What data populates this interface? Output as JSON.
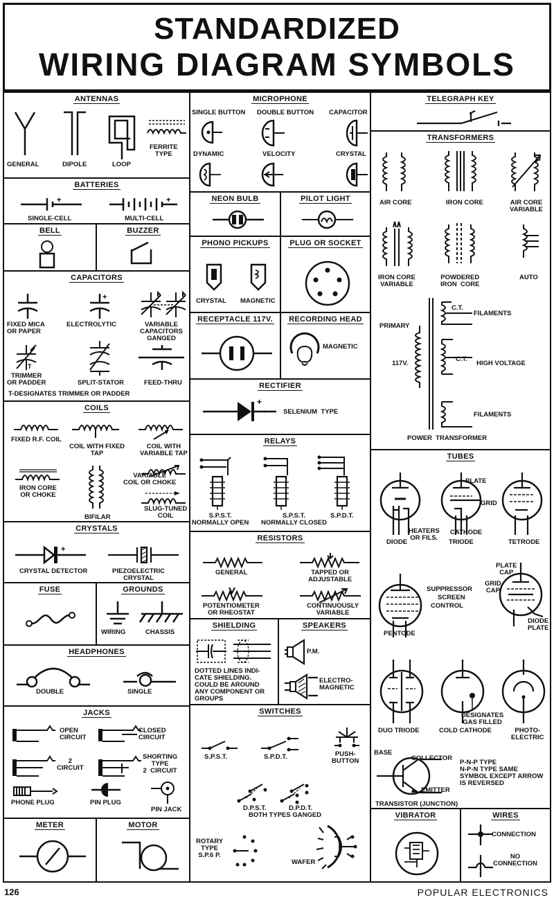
{
  "title": {
    "line1": "STANDARDIZED",
    "line2": "WIRING DIAGRAM SYMBOLS"
  },
  "footer": {
    "page_number": "126",
    "publication": "POPULAR ELECTRONICS"
  },
  "antennas": {
    "header": "ANTENNAS",
    "general": "GENERAL",
    "dipole": "DIPOLE",
    "loop": "LOOP",
    "ferrite": "FERRITE\nTYPE"
  },
  "batteries": {
    "header": "BATTERIES",
    "single": "SINGLE-CELL",
    "multi": "MULTI-CELL"
  },
  "bell": {
    "header": "BELL"
  },
  "buzzer": {
    "header": "BUZZER"
  },
  "capacitors": {
    "header": "CAPACITORS",
    "fixed": "FIXED MICA\nOR PAPER",
    "electrolytic": "ELECTROLYTIC",
    "variable": "VARIABLE\nCAPACITORS\nGANGED",
    "trimmer": "TRIMMER\nOR PADDER",
    "split": "SPLIT-STATOR",
    "feedthru": "FEED-THRU",
    "note": "T-DESIGNATES TRIMMER OR PADDER"
  },
  "coils": {
    "header": "COILS",
    "fixed_rf": "FIXED R.F. COIL",
    "fixed_tap": "COIL WITH FIXED\nTAP",
    "variable_tap": "COIL WITH\nVARIABLE TAP",
    "iron_core": "IRON CORE\nOR CHOKE",
    "bifilar": "BIFILAR",
    "variable_coil": "VARIABLE\nCOIL OR CHOKE",
    "slug": "SLUG-TUNED\nCOIL"
  },
  "crystals": {
    "header": "CRYSTALS",
    "detector": "CRYSTAL DETECTOR",
    "piezo": "PIEZOELECTRIC\nCRYSTAL"
  },
  "fuse": {
    "header": "FUSE"
  },
  "grounds": {
    "header": "GROUNDS",
    "wiring": "WIRING",
    "chassis": "CHASSIS"
  },
  "headphones": {
    "header": "HEADPHONES",
    "double": "DOUBLE",
    "single": "SINGLE"
  },
  "jacks": {
    "header": "JACKS",
    "open": "OPEN\nCIRCUIT",
    "closed": "CLOSED\nCIRCUIT",
    "two": "2\nCIRCUIT",
    "shorting": "SHORTING\nTYPE\n2  CIRCUIT",
    "phone_plug": "PHONE PLUG",
    "pin_plug": "PIN PLUG",
    "pin_jack": "PIN JACK"
  },
  "meter": {
    "header": "METER"
  },
  "motor": {
    "header": "MOTOR"
  },
  "microphone": {
    "header": "MICROPHONE",
    "single": "SINGLE BUTTON",
    "double": "DOUBLE BUTTON",
    "capacitor": "CAPACITOR",
    "dynamic": "DYNAMIC",
    "velocity": "VELOCITY",
    "crystal": "CRYSTAL"
  },
  "neon": {
    "header": "NEON BULB"
  },
  "pilot": {
    "header": "PILOT LIGHT"
  },
  "phono": {
    "header": "PHONO PICKUPS",
    "crystal": "CRYSTAL",
    "magnetic": "MAGNETIC"
  },
  "plug": {
    "header": "PLUG OR SOCKET"
  },
  "receptacle": {
    "header": "RECEPTACLE 117V."
  },
  "recording": {
    "header": "RECORDING HEAD",
    "magnetic": "MAGNETIC"
  },
  "rectifier": {
    "header": "RECTIFIER",
    "selenium": "SELENIUM  TYPE"
  },
  "relays": {
    "header": "RELAYS",
    "spst": "S.P.S.T.\nNORMALLY OPEN",
    "spst_closed": "S.P.S.T.\nNORMALLY CLOSED",
    "spdt": "S.P.D.T."
  },
  "resistors": {
    "header": "RESISTORS",
    "general": "GENERAL",
    "tapped": "TAPPED OR\nADJUSTABLE",
    "pot": "POTENTIOMETER\nOR RHEOSTAT",
    "continuous": "CONTINUOUSLY\nVARIABLE"
  },
  "shielding": {
    "header": "SHIELDING",
    "note": "DOTTED LINES INDI-\nCATE SHIELDING.\nCOULD BE AROUND\nANY COMPONENT OR\nGROUPS"
  },
  "speakers": {
    "header": "SPEAKERS",
    "pm": "P.M.",
    "electro": "ELECTRO-\nMAGNETIC"
  },
  "switches": {
    "header": "SWITCHES",
    "spst": "S.P.S.T.",
    "spdt": "S.P.D.T.",
    "push": "PUSH-\nBUTTON",
    "dpst": "D.P.S.T.",
    "dpdt": "D.P.D.T.",
    "ganged": "BOTH TYPES GANGED",
    "rotary": "ROTARY\nTYPE\nS.P.6 P.",
    "wafer": "WAFER"
  },
  "telegraph": {
    "header": "TELEGRAPH  KEY"
  },
  "transformers": {
    "header": "TRANSFORMERS",
    "air_core": "AIR CORE",
    "iron_core": "IRON CORE",
    "air_var": "AIR CORE\nVARIABLE",
    "iron_var": "IRON CORE\nVARIABLE",
    "powdered": "POWDERED\nIRON  CORE",
    "auto": "AUTO",
    "primary": "PRIMARY",
    "v117": "117V.",
    "ct1": "C.T.",
    "filaments1": "FILAMENTS",
    "ct2": "C.T.",
    "high_voltage": "HIGH VOLTAGE",
    "filaments2": "FILAMENTS",
    "power": "POWER  TRANSFORMER"
  },
  "tubes": {
    "header": "TUBES",
    "plate": "PLATE",
    "grid": "GRID",
    "heaters": "HEATERS\nOR FILS.",
    "cathode": "CATHODE",
    "diode": "DIODE",
    "triode": "TRIODE",
    "tetrode": "TETRODE",
    "plate_cap": "PLATE\nCAP",
    "grid_cap": "GRID\nCAP",
    "suppressor": "SUPPRESSOR",
    "screen": "SCREEN",
    "control": "CONTROL",
    "pentode": "PENTODE",
    "diode_plate": "DIODE\nPLATE",
    "duo": "DUO TRIODE",
    "cold": "COLD CATHODE",
    "gas": "DESIGNATES\nGAS FILLED",
    "photo": "PHOTO-\nELECTRIC",
    "base": "BASE",
    "collector": "COLLECTOR",
    "emitter": "EMITTER",
    "transistor": "TRANSISTOR (JUNCTION)",
    "pnp": "P-N-P TYPE\nN-P-N TYPE SAME\nSYMBOL EXCEPT ARROW\nIS REVERSED"
  },
  "vibrator": {
    "header": "VIBRATOR"
  },
  "wires": {
    "header": "WIRES",
    "connection": "CONNECTION",
    "no_connection": "NO\nCONNECTION"
  }
}
